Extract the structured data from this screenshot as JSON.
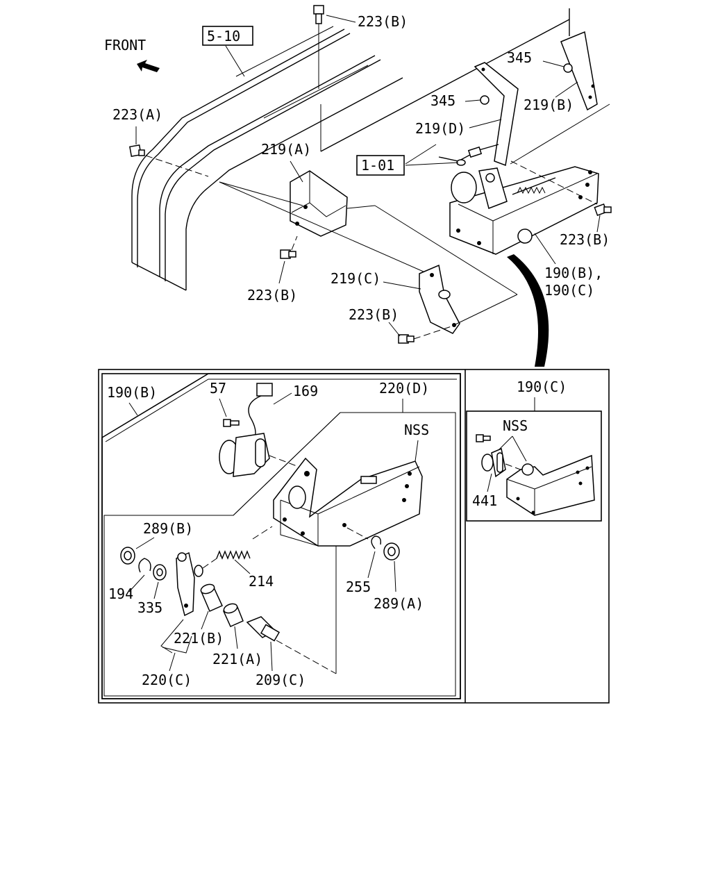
{
  "diagram": {
    "front_label": "FRONT",
    "refs": {
      "r510": "5-10",
      "r101": "1-01"
    },
    "labels": {
      "l_223b_top": "223(B)",
      "l_345_right": "345",
      "l_345_mid": "345",
      "l_219b": "219(B)",
      "l_219d": "219(D)",
      "l_223a": "223(A)",
      "l_219a": "219(A)",
      "l_223b_right": "223(B)",
      "l_190bc_1": "190(B),",
      "l_190bc_2": "190(C)",
      "l_223b_left": "223(B)",
      "l_219c": "219(C)",
      "l_223b_bottom": "223(B)"
    },
    "detail_b": {
      "title": "190(B)",
      "l_57": "57",
      "l_169": "169",
      "l_220d": "220(D)",
      "l_nss": "NSS",
      "l_289b": "289(B)",
      "l_214": "214",
      "l_194": "194",
      "l_335": "335",
      "l_255": "255",
      "l_289a": "289(A)",
      "l_221b": "221(B)",
      "l_221a": "221(A)",
      "l_220c": "220(C)",
      "l_209c": "209(C)"
    },
    "detail_c": {
      "title": "190(C)",
      "l_nss": "NSS",
      "l_441": "441"
    }
  }
}
